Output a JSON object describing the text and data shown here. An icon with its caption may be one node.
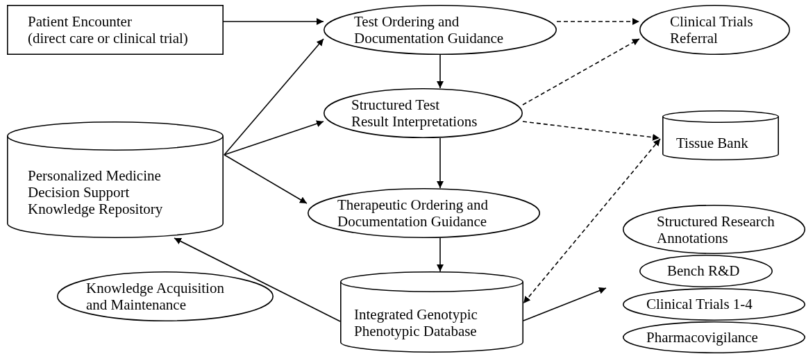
{
  "diagram": {
    "nodes": [
      {
        "text": [
          "Patient Encounter (direct care or clinical trial)"
        ]
      },
      {
        "text": [
          "Test Ordering and Documentation Guidance"
        ]
      },
      {
        "text": [
          "Clinical Trials Referral"
        ]
      },
      {
        "text": [
          "Structured Test Result Interpretations"
        ]
      },
      {
        "text": [
          "Tissue Bank"
        ]
      },
      {
        "text": [
          "Personalized Medicine Decision Support Knowledge Repository"
        ]
      },
      {
        "text": [
          "Therapeutic Ordering and Documentation Guidance"
        ]
      },
      {
        "text": [
          "Knowledge Acquisition and Maintenance"
        ]
      },
      {
        "text": [
          "Integrated Genotypic Phenotypic Database"
        ]
      },
      {
        "text": [
          "Structured Research Annotations"
        ]
      },
      {
        "text": [
          "Bench R&D"
        ]
      },
      {
        "text": [
          "Clinical Trials 1-4"
        ]
      },
      {
        "text": [
          "Pharmacovigilance"
        ]
      }
    ],
    "edges": [
      {
        "from": 0,
        "to": 1,
        "arrow": "to"
      },
      {
        "from": 5,
        "to": 1,
        "arrow": "to"
      },
      {
        "from": 5,
        "to": 3,
        "arrow": "to"
      },
      {
        "from": 5,
        "to": 6,
        "arrow": "to"
      },
      {
        "from": 1,
        "to": 2,
        "arrow": "to",
        "style": "dashed"
      },
      {
        "from": 1,
        "to": 3,
        "arrow": "to"
      },
      {
        "from": 3,
        "to": 2,
        "arrow": "to",
        "style": "dashed"
      },
      {
        "from": 3,
        "to": 4,
        "arrow": "to",
        "style": "dashed"
      },
      {
        "from": 3,
        "to": 6,
        "arrow": "to"
      },
      {
        "from": 6,
        "to": 8,
        "arrow": "to"
      },
      {
        "from": 8,
        "to": 5,
        "arrow": "to"
      },
      {
        "from": 4,
        "to": 8,
        "arrow": "both",
        "style": "dashed"
      },
      {
        "from": 8,
        "to": null,
        "arrow": "to"
      }
    ]
  }
}
